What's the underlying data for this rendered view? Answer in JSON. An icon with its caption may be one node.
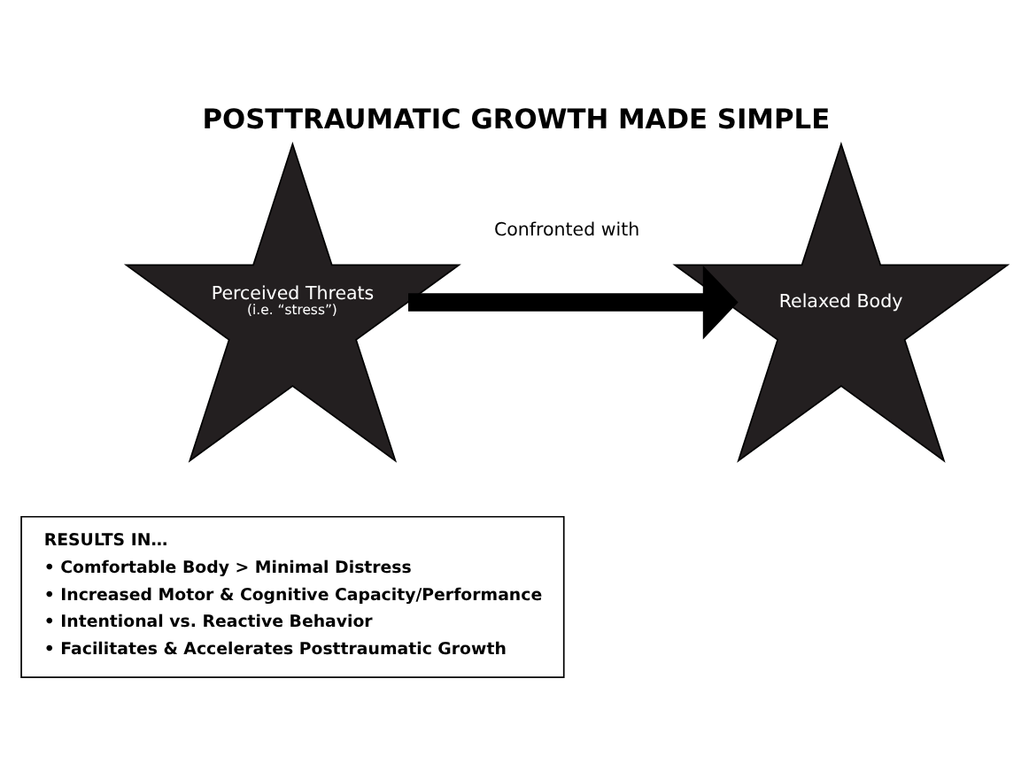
{
  "diagram": {
    "title": "POSTTRAUMATIC GROWTH MADE SIMPLE",
    "nodes": [
      {
        "text": [
          "Perceived Threats",
          "(i.e. “stress”)"
        ]
      },
      {
        "text": [
          "Relaxed Body"
        ]
      },
      {
        "text": [
          "RESULTS IN…",
          "• Comfortable Body > Minimal Distress",
          "• Increased Motor & Cognitive Capacity/Performance",
          "• Intentional vs. Reactive Behavior",
          "• Facilitates & Accelerates Posttraumatic Growth"
        ]
      }
    ],
    "edges": [
      {
        "from": 0,
        "to": 1,
        "arrow": "to",
        "label": "Confronted with"
      }
    ]
  }
}
